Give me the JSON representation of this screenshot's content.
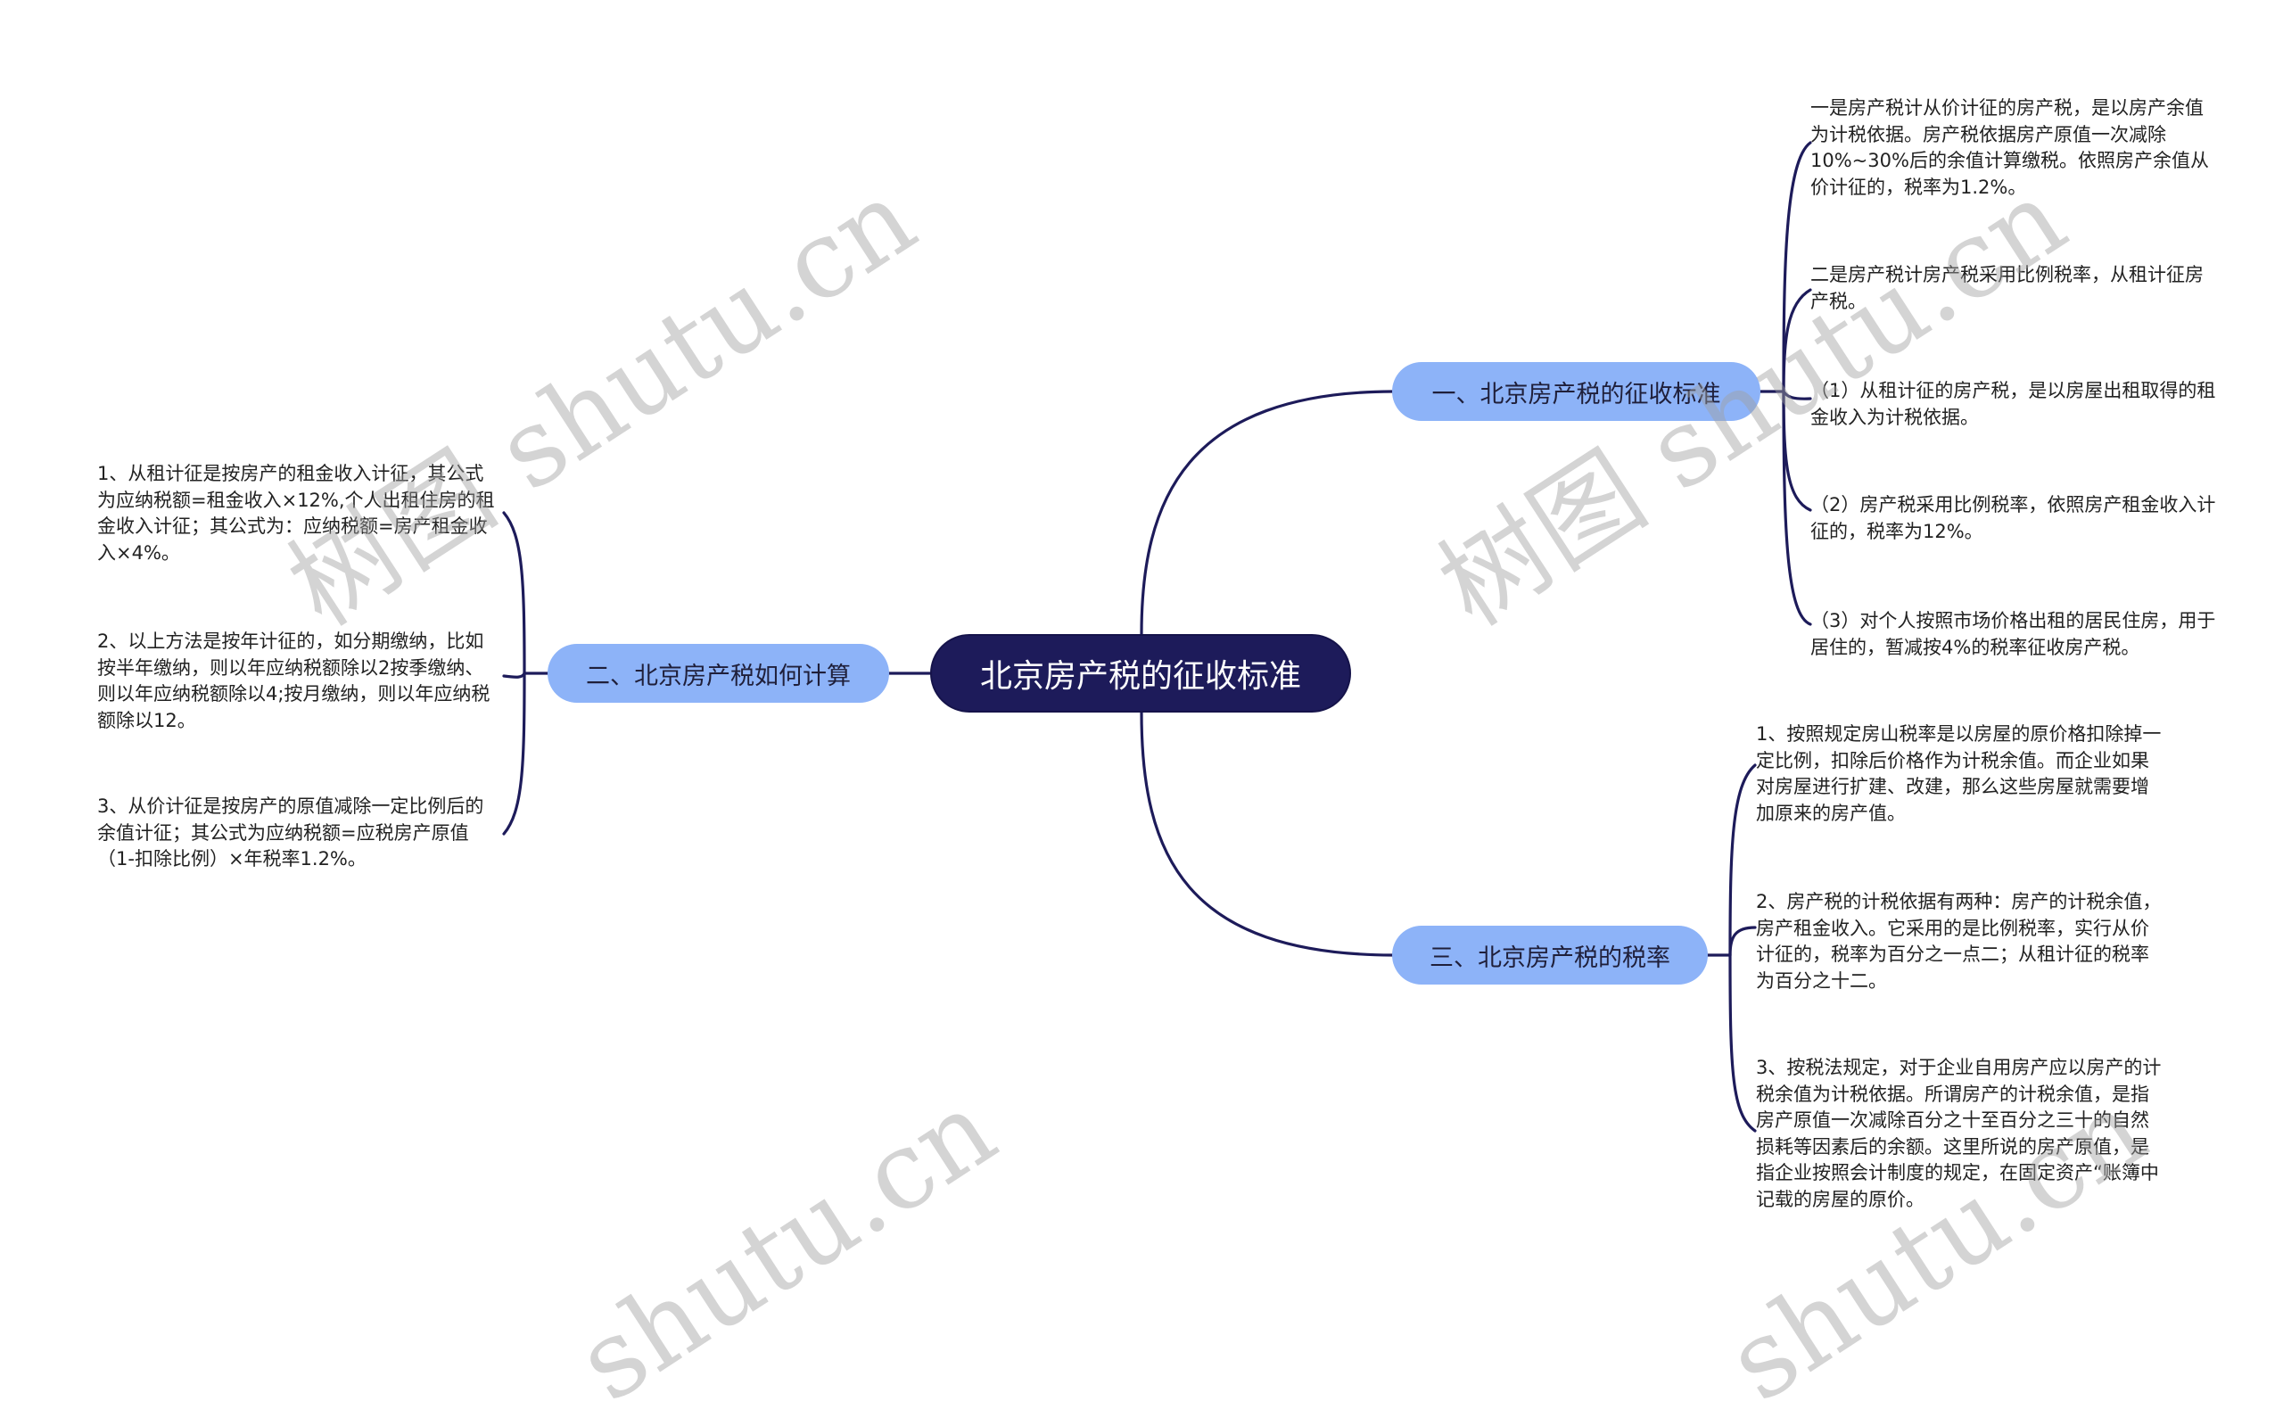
{
  "root": {
    "label": "北京房产税的征收标准"
  },
  "branches": [
    {
      "id": "b1",
      "label": "一、北京房产税的征收标准",
      "side": "right",
      "leaves": [
        "一是房产税计从价计征的房产税，是以房产余值为计税依据。房产税依据房产原值一次减除10%~30%后的余值计算缴税。依照房产余值从价计征的，税率为1.2%。",
        "二是房产税计房产税采用比例税率，从租计征房产税。",
        "（1）从租计征的房产税，是以房屋出租取得的租金收入为计税依据。",
        "（2）房产税采用比例税率，依照房产租金收入计征的，税率为12%。",
        "（3）对个人按照市场价格出租的居民住房，用于居住的，暂减按4%的税率征收房产税。"
      ]
    },
    {
      "id": "b2",
      "label": "二、北京房产税如何计算",
      "side": "left",
      "leaves": [
        "1、从租计征是按房产的租金收入计征，其公式为应纳税额=租金收入×12%,个人出租住房的租金收入计征；其公式为：应纳税额=房产租金收入×4%。",
        "2、以上方法是按年计征的，如分期缴纳，比如按半年缴纳，则以年应纳税额除以2按季缴纳、则以年应纳税额除以4;按月缴纳，则以年应纳税额除以12。",
        "3、从价计征是按房产的原值减除一定比例后的余值计征；其公式为应纳税额=应税房产原值（1-扣除比例）×年税率1.2%。"
      ]
    },
    {
      "id": "b3",
      "label": "三、北京房产税的税率",
      "side": "right",
      "leaves": [
        "1、按照规定房山税率是以房屋的原价格扣除掉一定比例，扣除后价格作为计税余值。而企业如果对房屋进行扩建、改建，那么这些房屋就需要增加原来的房产值。",
        "2、房产税的计税依据有两种：房产的计税余值，房产租金收入。它采用的是比例税率，实行从价计征的，税率为百分之一点二；从租计征的税率为百分之十二。",
        "3、按税法规定，对于企业自用房产应以房产的计税余值为计税依据。所谓房产的计税余值，是指房产原值一次减除百分之十至百分之三十的自然损耗等因素后的余额。这里所说的房产原值，是指企业按照会计制度的规定，在固定资产“账簿中记载的房屋的原价。"
      ]
    }
  ],
  "watermarks": [
    "树图 shutu.cn",
    "树图 shutu.cn",
    "shutu.cn",
    "shutu.cn"
  ],
  "colors": {
    "root_bg": "#1d1b5a",
    "branch_bg": "#8db3f8",
    "connector": "#1d1b5a",
    "watermark": "#cccccc"
  }
}
